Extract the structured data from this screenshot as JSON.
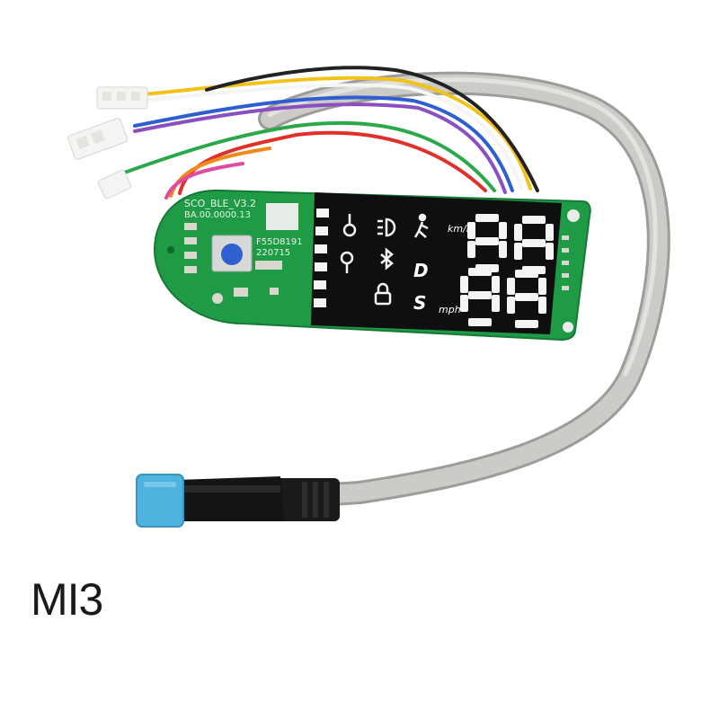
{
  "caption": "MI3",
  "board": {
    "model_label": "SCO_BLE_V3.2",
    "part_label": "BA.00.0000.13",
    "serial_line1": "F55D8191",
    "serial_line2": "220715"
  },
  "display": {
    "unit_top": "km/h",
    "unit_bottom": "mph",
    "mode_d": "D",
    "mode_s": "S",
    "digits": "88"
  },
  "colors": {
    "pcb_green": "#1f9a45",
    "lcd_black": "#0f0f12",
    "cable_grey": "#c8c6c2",
    "connector_blue": "#4fb3e0"
  }
}
